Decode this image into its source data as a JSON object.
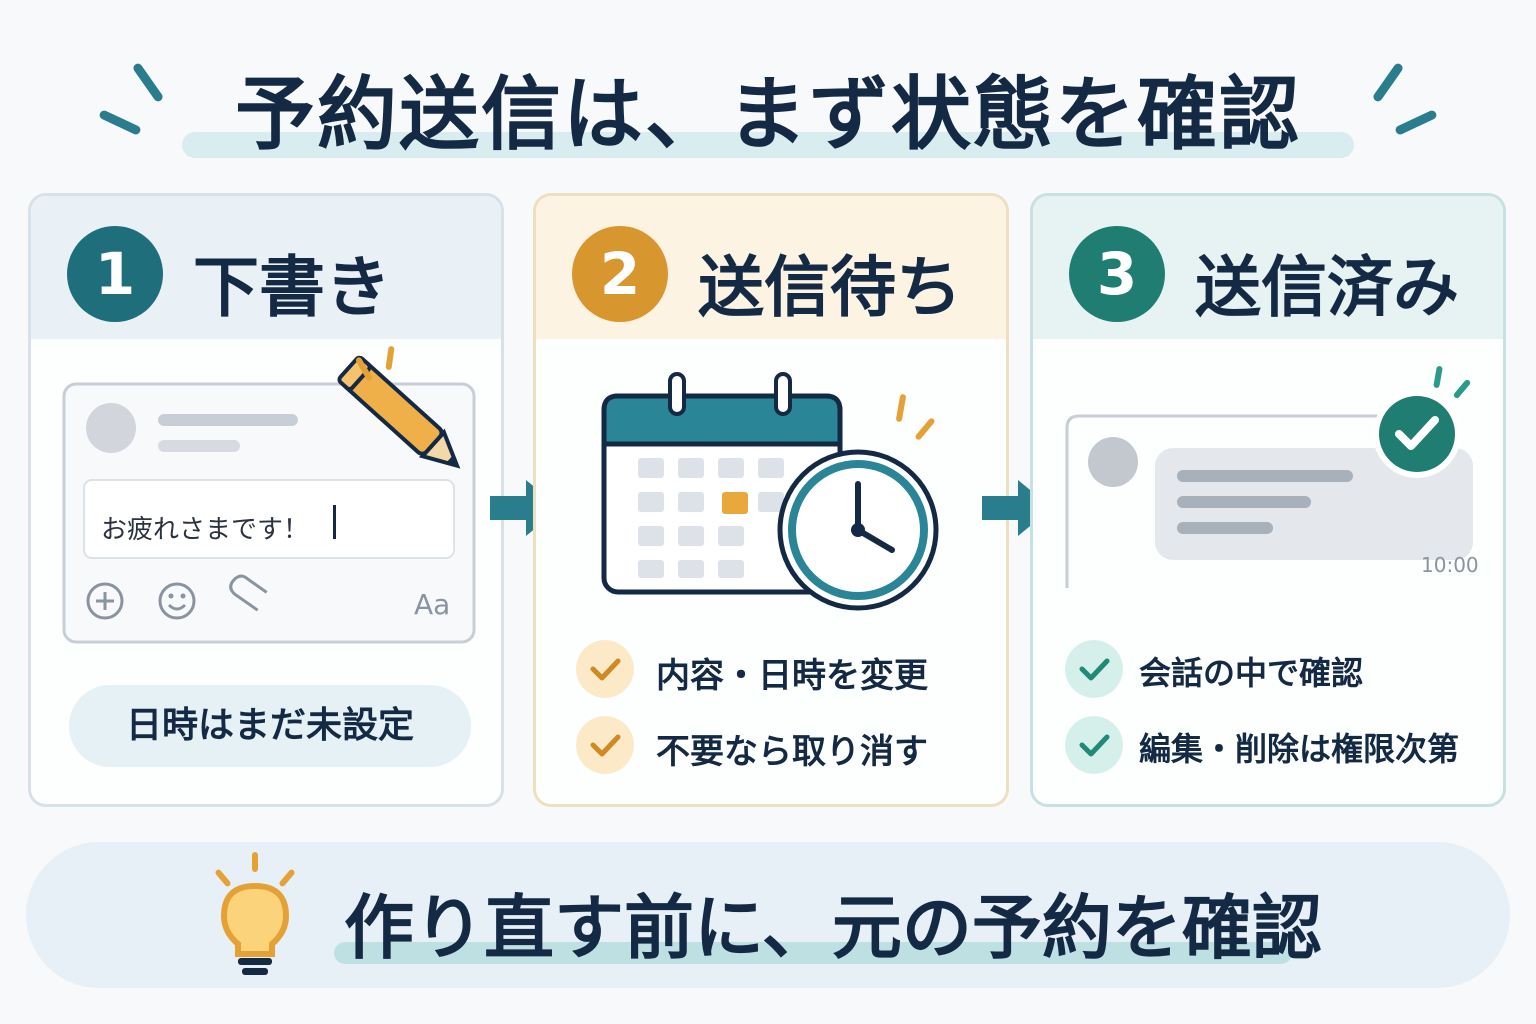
{
  "title": "予約送信は、まず状態を確認",
  "steps": [
    {
      "number": "1",
      "title": "下書き",
      "accent": "#1f6e7b",
      "message_text": "お疲れさまです！",
      "format_label": "Aa",
      "status_pill": "日時はまだ未設定"
    },
    {
      "number": "2",
      "title": "送信待ち",
      "accent": "#d8962f",
      "checks": [
        "内容・日時を変更",
        "不要なら取り消す"
      ]
    },
    {
      "number": "3",
      "title": "送信済み",
      "accent": "#1f7d72",
      "timestamp": "10:00",
      "checks": [
        "会話の中で確認",
        "編集・削除は権限次第"
      ]
    }
  ],
  "tip": "作り直す前に、元の予約を確認",
  "icons": [
    "pencil-icon",
    "plus-icon",
    "emoji-icon",
    "attachment-icon",
    "calendar-icon",
    "clock-icon",
    "check-badge-icon",
    "lightbulb-icon",
    "arrow-right-icon"
  ],
  "colors": {
    "navy": "#142a44",
    "teal": "#1f6e7b",
    "orange": "#d8962f",
    "green": "#1f7d72"
  }
}
